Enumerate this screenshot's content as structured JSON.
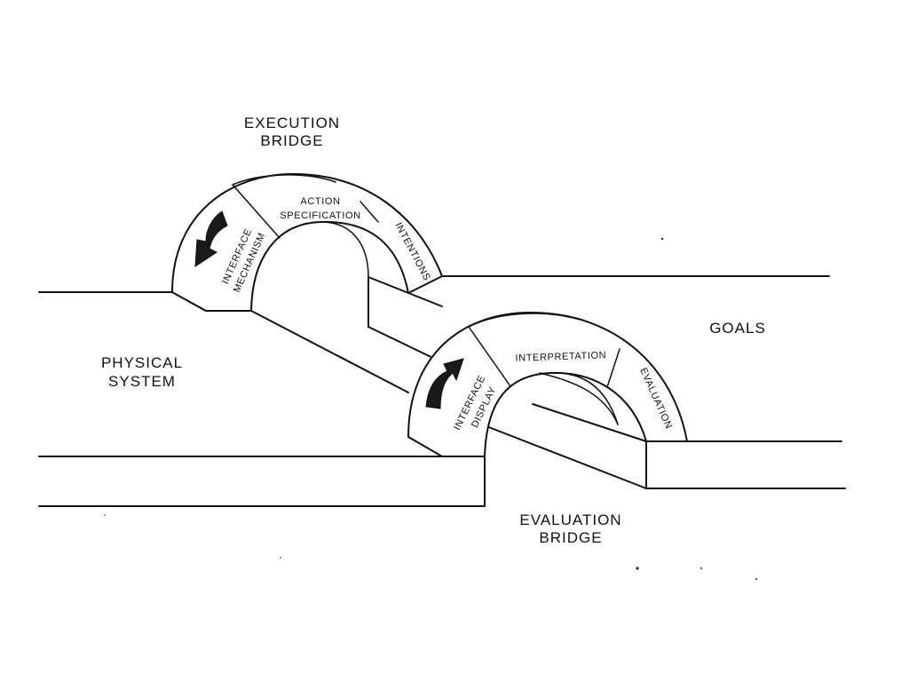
{
  "labels": {
    "execution_bridge": [
      "EXECUTION",
      "BRIDGE"
    ],
    "evaluation_bridge": [
      "EVALUATION",
      "BRIDGE"
    ],
    "physical_system": [
      "PHYSICAL",
      "SYSTEM"
    ],
    "goals": "GOALS"
  },
  "execution_arch": {
    "segments": {
      "interface_mechanism": [
        "INTERFACE",
        "MECHANISM"
      ],
      "action_specification": [
        "ACTION",
        "SPECIFICATION"
      ],
      "intentions": "INTENTIONS"
    },
    "arrow_direction": "down-left"
  },
  "evaluation_arch": {
    "segments": {
      "interface_display": [
        "INTERFACE",
        "DISPLAY"
      ],
      "interpretation": "INTERPRETATION",
      "evaluation": "EVALUATION"
    },
    "arrow_direction": "up-right"
  },
  "colors": {
    "ink": "#111111",
    "paper": "#ffffff"
  }
}
